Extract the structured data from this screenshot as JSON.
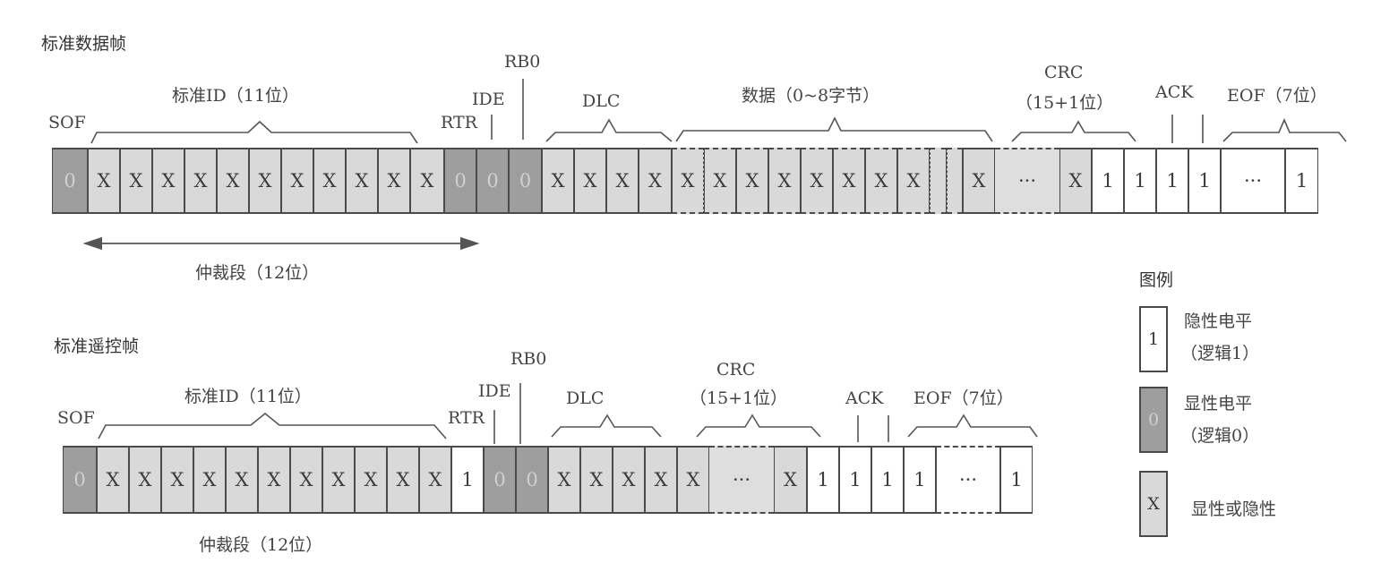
{
  "data_frame": {
    "title": "标准数据帧",
    "labels": {
      "sof": "SOF",
      "std_id": "标准ID（11位）",
      "rtr": "RTR",
      "ide": "IDE",
      "rb0": "RB0",
      "dlc": "DLC",
      "data": "数据（0~8字节）",
      "crc_line1": "CRC",
      "crc_line2": "（15+1位）",
      "ack": "ACK",
      "eof": "EOF（7位）",
      "arbitration": "仲裁段（12位）"
    },
    "cells": [
      {
        "field": "SOF",
        "type": "dom",
        "text": "0"
      },
      {
        "field": "ID",
        "type": "x",
        "text": "X"
      },
      {
        "field": "ID",
        "type": "x",
        "text": "X"
      },
      {
        "field": "ID",
        "type": "x",
        "text": "X"
      },
      {
        "field": "ID",
        "type": "x",
        "text": "X"
      },
      {
        "field": "ID",
        "type": "x",
        "text": "X"
      },
      {
        "field": "ID",
        "type": "x",
        "text": "X"
      },
      {
        "field": "ID",
        "type": "x",
        "text": "X"
      },
      {
        "field": "ID",
        "type": "x",
        "text": "X"
      },
      {
        "field": "ID",
        "type": "x",
        "text": "X"
      },
      {
        "field": "ID",
        "type": "x",
        "text": "X"
      },
      {
        "field": "ID",
        "type": "x",
        "text": "X"
      },
      {
        "field": "RTR",
        "type": "dom",
        "text": "0"
      },
      {
        "field": "IDE",
        "type": "dom",
        "text": "0"
      },
      {
        "field": "RB0",
        "type": "dom",
        "text": "0"
      },
      {
        "field": "DLC",
        "type": "x",
        "text": "X"
      },
      {
        "field": "DLC",
        "type": "x",
        "text": "X"
      },
      {
        "field": "DLC",
        "type": "x",
        "text": "X"
      },
      {
        "field": "DLC",
        "type": "x",
        "text": "X"
      },
      {
        "field": "DATA",
        "type": "x",
        "text": "X"
      },
      {
        "field": "DATA",
        "type": "x",
        "text": "X"
      },
      {
        "field": "DATA",
        "type": "x",
        "text": "X"
      },
      {
        "field": "DATA",
        "type": "x",
        "text": "X"
      },
      {
        "field": "DATA",
        "type": "x",
        "text": "X"
      },
      {
        "field": "DATA",
        "type": "x",
        "text": "X"
      },
      {
        "field": "DATA",
        "type": "x",
        "text": "X"
      },
      {
        "field": "DATA",
        "type": "x",
        "text": "X"
      },
      {
        "field": "DATA",
        "type": "x",
        "text": ""
      },
      {
        "field": "DATA",
        "type": "x",
        "text": ""
      },
      {
        "field": "CRC",
        "type": "x",
        "text": "X"
      },
      {
        "field": "CRC",
        "type": "gap",
        "text": "···"
      },
      {
        "field": "CRC",
        "type": "x",
        "text": "X"
      },
      {
        "field": "CRC_DEL",
        "type": "rec",
        "text": "1"
      },
      {
        "field": "ACK",
        "type": "rec",
        "text": "1"
      },
      {
        "field": "ACK_DEL",
        "type": "rec",
        "text": "1"
      },
      {
        "field": "EOF",
        "type": "rec",
        "text": "1"
      },
      {
        "field": "EOF",
        "type": "rec",
        "text": "···"
      },
      {
        "field": "EOF",
        "type": "rec",
        "text": "1"
      }
    ]
  },
  "remote_frame": {
    "title": "标准遥控帧",
    "labels": {
      "sof": "SOF",
      "std_id": "标准ID（11位）",
      "rtr": "RTR",
      "ide": "IDE",
      "rb0": "RB0",
      "dlc": "DLC",
      "crc_line1": "CRC",
      "crc_line2": "（15+1位）",
      "ack": "ACK",
      "eof": "EOF（7位）",
      "arbitration": "仲裁段（12位）"
    },
    "cells": [
      {
        "field": "SOF",
        "type": "dom",
        "text": "0"
      },
      {
        "field": "ID",
        "type": "x",
        "text": "X"
      },
      {
        "field": "ID",
        "type": "x",
        "text": "X"
      },
      {
        "field": "ID",
        "type": "x",
        "text": "X"
      },
      {
        "field": "ID",
        "type": "x",
        "text": "X"
      },
      {
        "field": "ID",
        "type": "x",
        "text": "X"
      },
      {
        "field": "ID",
        "type": "x",
        "text": "X"
      },
      {
        "field": "ID",
        "type": "x",
        "text": "X"
      },
      {
        "field": "ID",
        "type": "x",
        "text": "X"
      },
      {
        "field": "ID",
        "type": "x",
        "text": "X"
      },
      {
        "field": "ID",
        "type": "x",
        "text": "X"
      },
      {
        "field": "ID",
        "type": "x",
        "text": "X"
      },
      {
        "field": "RTR",
        "type": "rec",
        "text": "1"
      },
      {
        "field": "IDE",
        "type": "dom",
        "text": "0"
      },
      {
        "field": "RB0",
        "type": "dom",
        "text": "0"
      },
      {
        "field": "DLC",
        "type": "x",
        "text": "X"
      },
      {
        "field": "DLC",
        "type": "x",
        "text": "X"
      },
      {
        "field": "DLC",
        "type": "x",
        "text": "X"
      },
      {
        "field": "DLC",
        "type": "x",
        "text": "X"
      },
      {
        "field": "CRC",
        "type": "x",
        "text": "X"
      },
      {
        "field": "CRC",
        "type": "gap",
        "text": "···"
      },
      {
        "field": "CRC",
        "type": "x",
        "text": "X"
      },
      {
        "field": "CRC_DEL",
        "type": "rec",
        "text": "1"
      },
      {
        "field": "ACK",
        "type": "rec",
        "text": "1"
      },
      {
        "field": "ACK_DEL",
        "type": "rec",
        "text": "1"
      },
      {
        "field": "EOF",
        "type": "rec",
        "text": "1"
      },
      {
        "field": "EOF",
        "type": "rec",
        "text": "···"
      },
      {
        "field": "EOF",
        "type": "rec",
        "text": "1"
      }
    ]
  },
  "legend": {
    "title": "图例",
    "items": [
      {
        "symbol": "1",
        "type": "rec",
        "line1": "隐性电平",
        "line2": "（逻辑1）"
      },
      {
        "symbol": "0",
        "type": "dom",
        "line1": "显性电平",
        "line2": "（逻辑0）"
      },
      {
        "symbol": "X",
        "type": "x",
        "line1": "显性或隐性",
        "line2": ""
      }
    ]
  },
  "colors": {
    "dominant": "#9e9e9e",
    "either": "#d9d9d9",
    "recessive": "#ffffff",
    "border": "#4a4a4a"
  }
}
